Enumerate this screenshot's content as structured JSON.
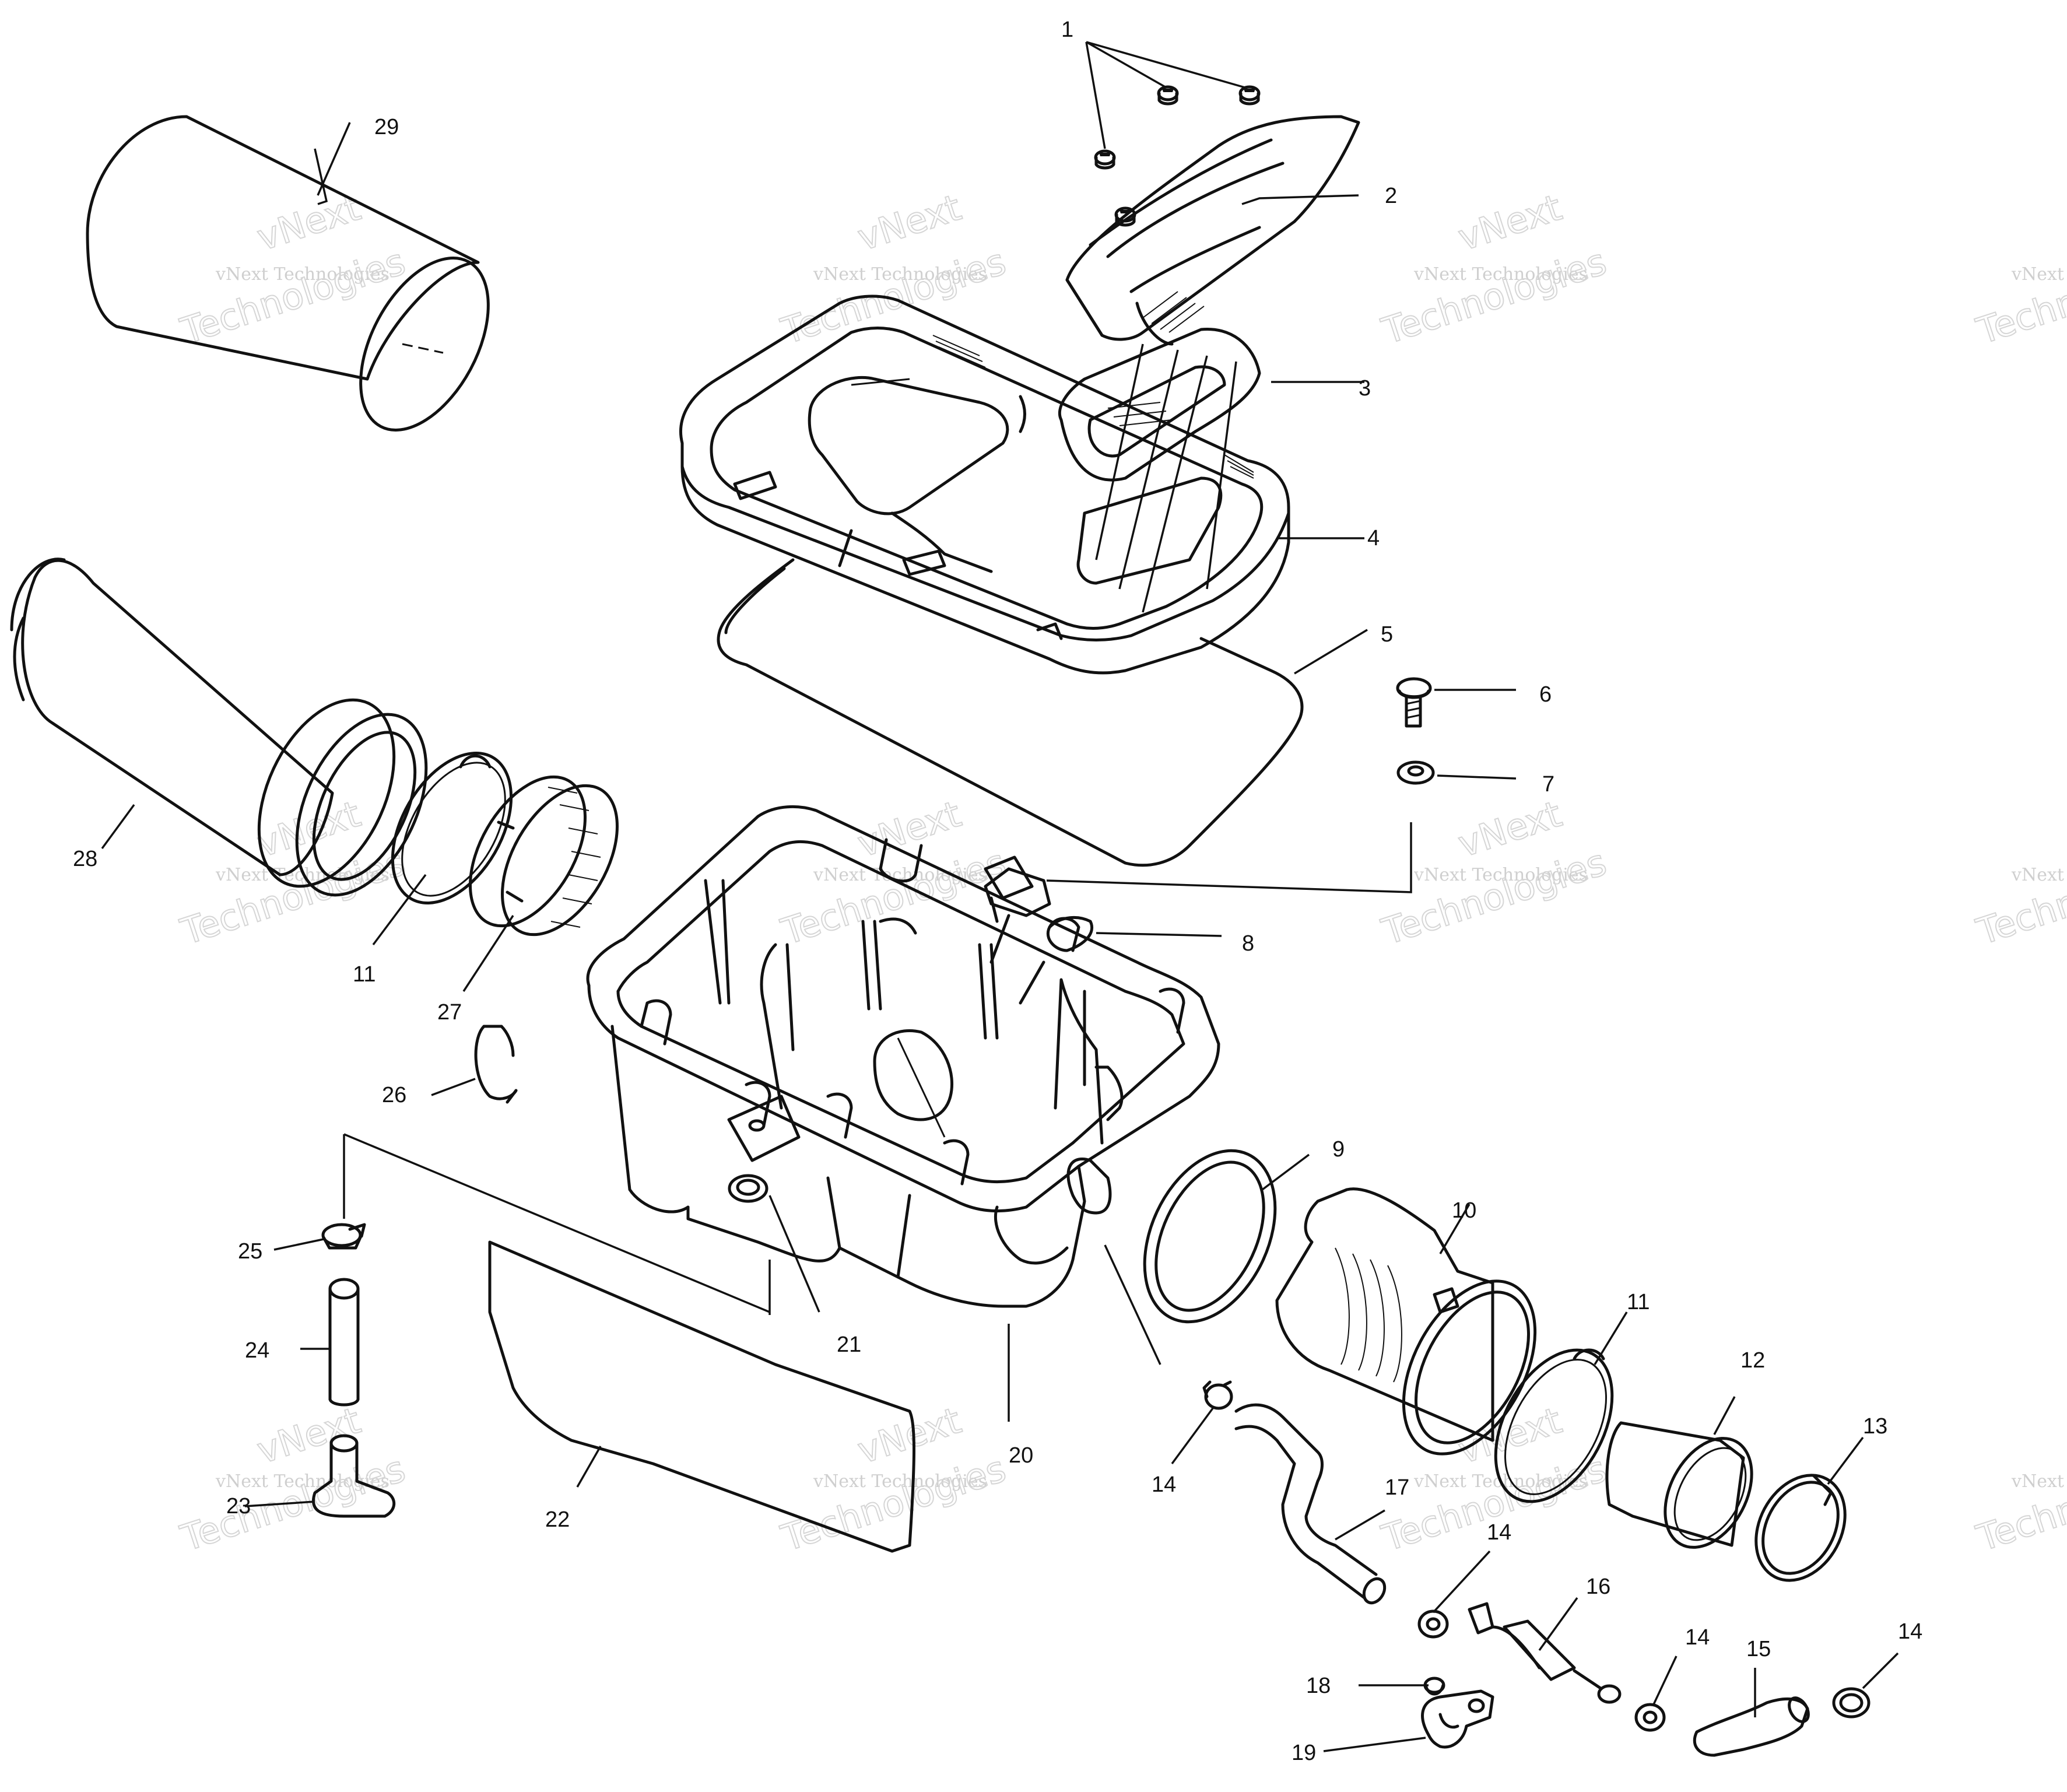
{
  "labels": {
    "l1": "1",
    "l2": "2",
    "l3": "3",
    "l4": "4",
    "l5": "5",
    "l6": "6",
    "l7": "7",
    "l8": "8",
    "l9": "9",
    "l10": "10",
    "l11a": "11",
    "l11b": "11",
    "l12": "12",
    "l13": "13",
    "l14a": "14",
    "l14b": "14",
    "l14c": "14",
    "l14d": "14",
    "l15": "15",
    "l16": "16",
    "l17": "17",
    "l18": "18",
    "l19": "19",
    "l20": "20",
    "l21": "21",
    "l22": "22",
    "l23": "23",
    "l24": "24",
    "l25": "25",
    "l26": "26",
    "l27": "27",
    "l28": "28",
    "l29": "29"
  },
  "watermark": {
    "brand": "vNext",
    "company": "vNext Technologies",
    "company_alt": "Technologies"
  }
}
